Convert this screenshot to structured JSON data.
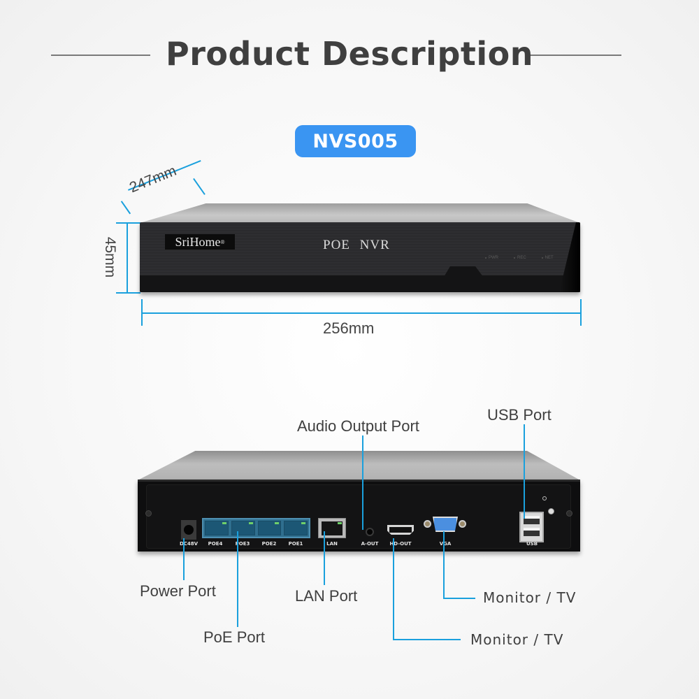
{
  "header": {
    "title": "Product Description"
  },
  "model_badge": {
    "label": "NVS005",
    "color": "#3a95f2"
  },
  "dimensions": {
    "depth": "247mm",
    "height": "45mm",
    "width": "256mm",
    "line_color": "#1aa0dd"
  },
  "front_panel": {
    "brand": "SriHome",
    "brand_mark": "®",
    "label": "POE NVR",
    "leds": [
      "PWR",
      "REC",
      "NET"
    ]
  },
  "rear_panel": {
    "port_labels": {
      "dc": "DC48V",
      "poe": [
        "POE4",
        "POE3",
        "POE2",
        "POE1"
      ],
      "lan": "LAN",
      "aout": "A-OUT",
      "hdout": "HD-OUT",
      "vga": "VGA",
      "usb": "USB"
    }
  },
  "callouts": {
    "audio": "Audio Output Port",
    "usb": "USB Port",
    "power": "Power Port",
    "poe": "PoE Port",
    "lan": "LAN Port",
    "vga_monitor": "Monitor / TV",
    "hdmi_monitor": "Monitor / TV"
  }
}
